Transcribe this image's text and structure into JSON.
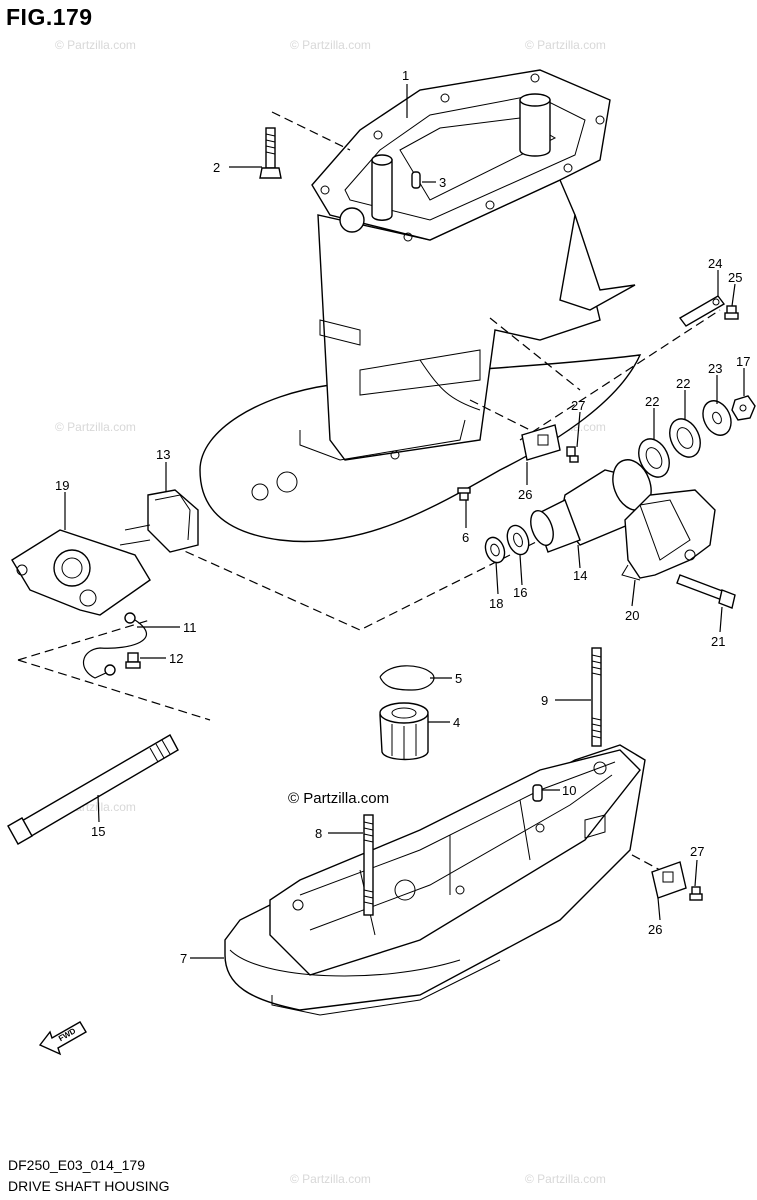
{
  "title": "FIG.179",
  "model_code": "DF250_E03_014_179",
  "assembly_name": "DRIVE SHAFT HOUSING",
  "copyright": "© Partzilla.com",
  "watermark": "© Partzilla.com",
  "fwd_label": "FWD",
  "callouts": {
    "c1": "1",
    "c2": "2",
    "c3": "3",
    "c4": "4",
    "c5": "5",
    "c6": "6",
    "c7": "7",
    "c8": "8",
    "c9": "9",
    "c10": "10",
    "c11": "11",
    "c12": "12",
    "c13": "13",
    "c14": "14",
    "c15": "15",
    "c16": "16",
    "c17": "17",
    "c18": "18",
    "c19": "19",
    "c20": "20",
    "c21": "21",
    "c22a": "22",
    "c22b": "22",
    "c23": "23",
    "c24": "24",
    "c25": "25",
    "c26a": "26",
    "c26b": "26",
    "c27a": "27",
    "c27b": "27"
  }
}
